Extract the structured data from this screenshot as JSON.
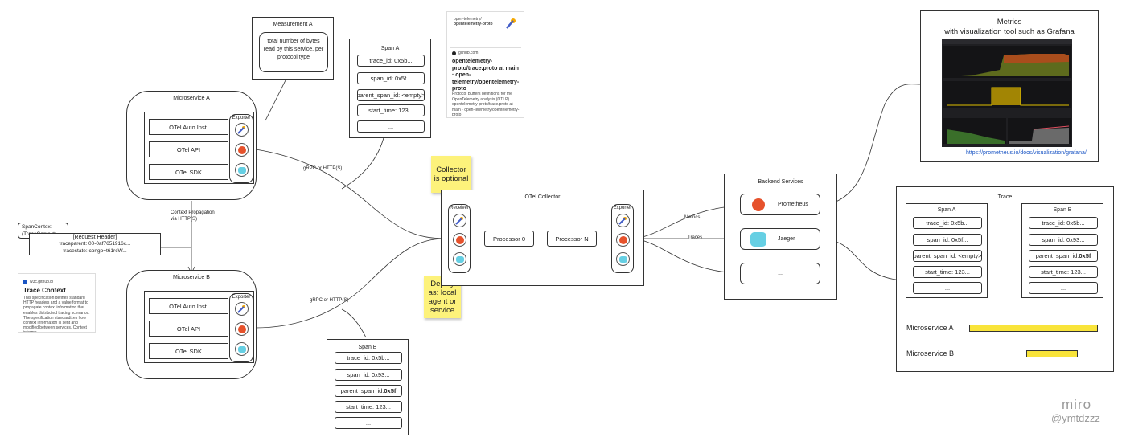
{
  "measurement": {
    "title": "Measurement A",
    "text": "total number of bytes read by this service, per protocol type"
  },
  "span_a_top": {
    "title": "Span A",
    "fields": [
      "trace_id: 0x5b...",
      "span_id: 0x5f...",
      "parent_span_id: <empty>",
      "start_time: 123...",
      "..."
    ]
  },
  "span_b_bottom": {
    "title": "Span B",
    "fields": [
      "trace_id: 0x5b...",
      "span_id: 0x93...",
      "parent_span_id: ",
      "start_time: 123...",
      "..."
    ],
    "parent_bold": "0x5f"
  },
  "microservice_a": {
    "title": "Microservice A",
    "rows": [
      "OTel Auto Inst.",
      "OTel API",
      "OTel SDK"
    ],
    "exporter": "Exporter"
  },
  "microservice_b": {
    "title": "Microservice B",
    "rows": [
      "OTel Auto Inst.",
      "OTel API",
      "OTel SDK"
    ],
    "exporter": "Exporter"
  },
  "github_card": {
    "header_line1": "open-telemetry/",
    "header_line2": "opentelemetry-proto",
    "site": "github.com",
    "title": "opentelemetry-proto/trace.proto at main · open-telemetry/opentelemetry-proto",
    "desc": "Protocol Buffers definitions for the OpenTelemetry analysis (OTLP) opentelemetry-proto/trace.proto at main · open-telemetry/opentelemetry-proto"
  },
  "trace_context_card": {
    "site": "w3c.github.io",
    "title": "Trace Context",
    "desc": "This specification defines standard HTTP headers and a value format to propagate context information that enables distributed tracing scenarios. The specification standardizes how context information is sent and modified between services. Context informa..."
  },
  "span_context": {
    "label_line1": "SpanContext",
    "label_line2": "(TraceContext)",
    "header": "[Request Header]",
    "line1": "traceparent: 00-0af7651916c...",
    "line2": "tracestate: congo=t61rcW..."
  },
  "edge_labels": {
    "grpc_top": "gRPC or HTTP(S)",
    "grpc_bottom": "gRPC or HTTP(S)",
    "ctx_prop_line1": "Context Propagation",
    "ctx_prop_line2": "via HTTP(S)",
    "metrics": "Metrics",
    "traces": "Traces"
  },
  "stickies": {
    "collector": "Collector is optional",
    "deploy": "Deploy as: local agent or service"
  },
  "collector": {
    "title": "OTel Collector",
    "receiver": "Receiver",
    "exporter": "Exporter",
    "processor0": "Processor 0",
    "processorN": "Processor N"
  },
  "backend": {
    "title": "Backend Services",
    "items": [
      "Prometheus",
      "Jaeger",
      "..."
    ]
  },
  "metrics": {
    "title_line1": "Metrics",
    "title_line2": "with visualization tool such as Grafana",
    "link": "https://prometheus.io/docs/visualization/grafana/"
  },
  "trace_panel": {
    "title": "Trace",
    "span_a": {
      "title": "Span A",
      "fields": [
        "trace_id: 0x5b...",
        "span_id: 0x5f...",
        "parent_span_id: <empty>",
        "start_time: 123...",
        "..."
      ]
    },
    "span_b": {
      "title": "Span B",
      "fields": [
        "trace_id: 0x5b...",
        "span_id: 0x93...",
        "parent_span_id: ",
        "start_time: 123...",
        "..."
      ],
      "parent_bold": "0x5f"
    },
    "timeline": [
      {
        "label": "Microservice A",
        "start": 0.07,
        "end": 0.91
      },
      {
        "label": "Microservice B",
        "start": 0.44,
        "end": 0.78
      }
    ]
  },
  "watermark": {
    "brand": "miro",
    "handle": "@ymtdzzz"
  },
  "colors": {
    "sticky": "#fdf27b",
    "bar": "#f9e43a",
    "prometheus": "#e6522c",
    "link": "#1a55c4",
    "grafana_bg": "#1f1f22"
  }
}
